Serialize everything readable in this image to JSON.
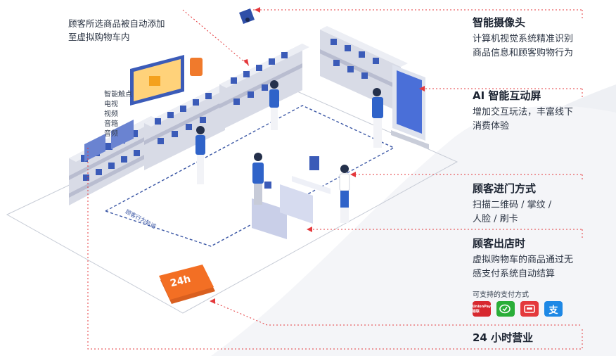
{
  "top_note": {
    "line1": "顾客所选商品被自动添加",
    "line2": "至虚拟购物车内"
  },
  "features": [
    {
      "title": "智能摄像头",
      "desc": [
        "计算机视觉系统精准识别",
        "商品信息和顾客购物行为"
      ]
    },
    {
      "title": "AI 智能互动屏",
      "desc": [
        "增加交互玩法，丰富线下",
        "消费体验"
      ]
    },
    {
      "title": "顾客进门方式",
      "desc": [
        "扫描二维码 / 掌纹 /",
        "人脸 / 刷卡"
      ]
    },
    {
      "title": "顾客出店时",
      "desc": [
        "虚拟购物车的商品通过无",
        "感支付系统自动结算"
      ]
    }
  ],
  "payment_caption": "可支持的支付方式",
  "payment_methods": [
    {
      "icon": "unionpay-icon",
      "label": "UnionPay 银联",
      "color": "#d7282f"
    },
    {
      "icon": "wechat-pay-icon",
      "label": "",
      "color": "#2aae38"
    },
    {
      "icon": "jd-pay-icon",
      "label": "",
      "color": "#e4393c"
    },
    {
      "icon": "alipay-icon",
      "label": "支",
      "color": "#1e88e5"
    }
  ],
  "hours_title": "24 小时营业",
  "screen_labels": [
    "智能触点",
    "电视",
    "视频",
    "音箱",
    "音频"
  ],
  "store_sign": "24h",
  "path_label": "顾客行为轨迹",
  "accent_color": "#e4393c"
}
